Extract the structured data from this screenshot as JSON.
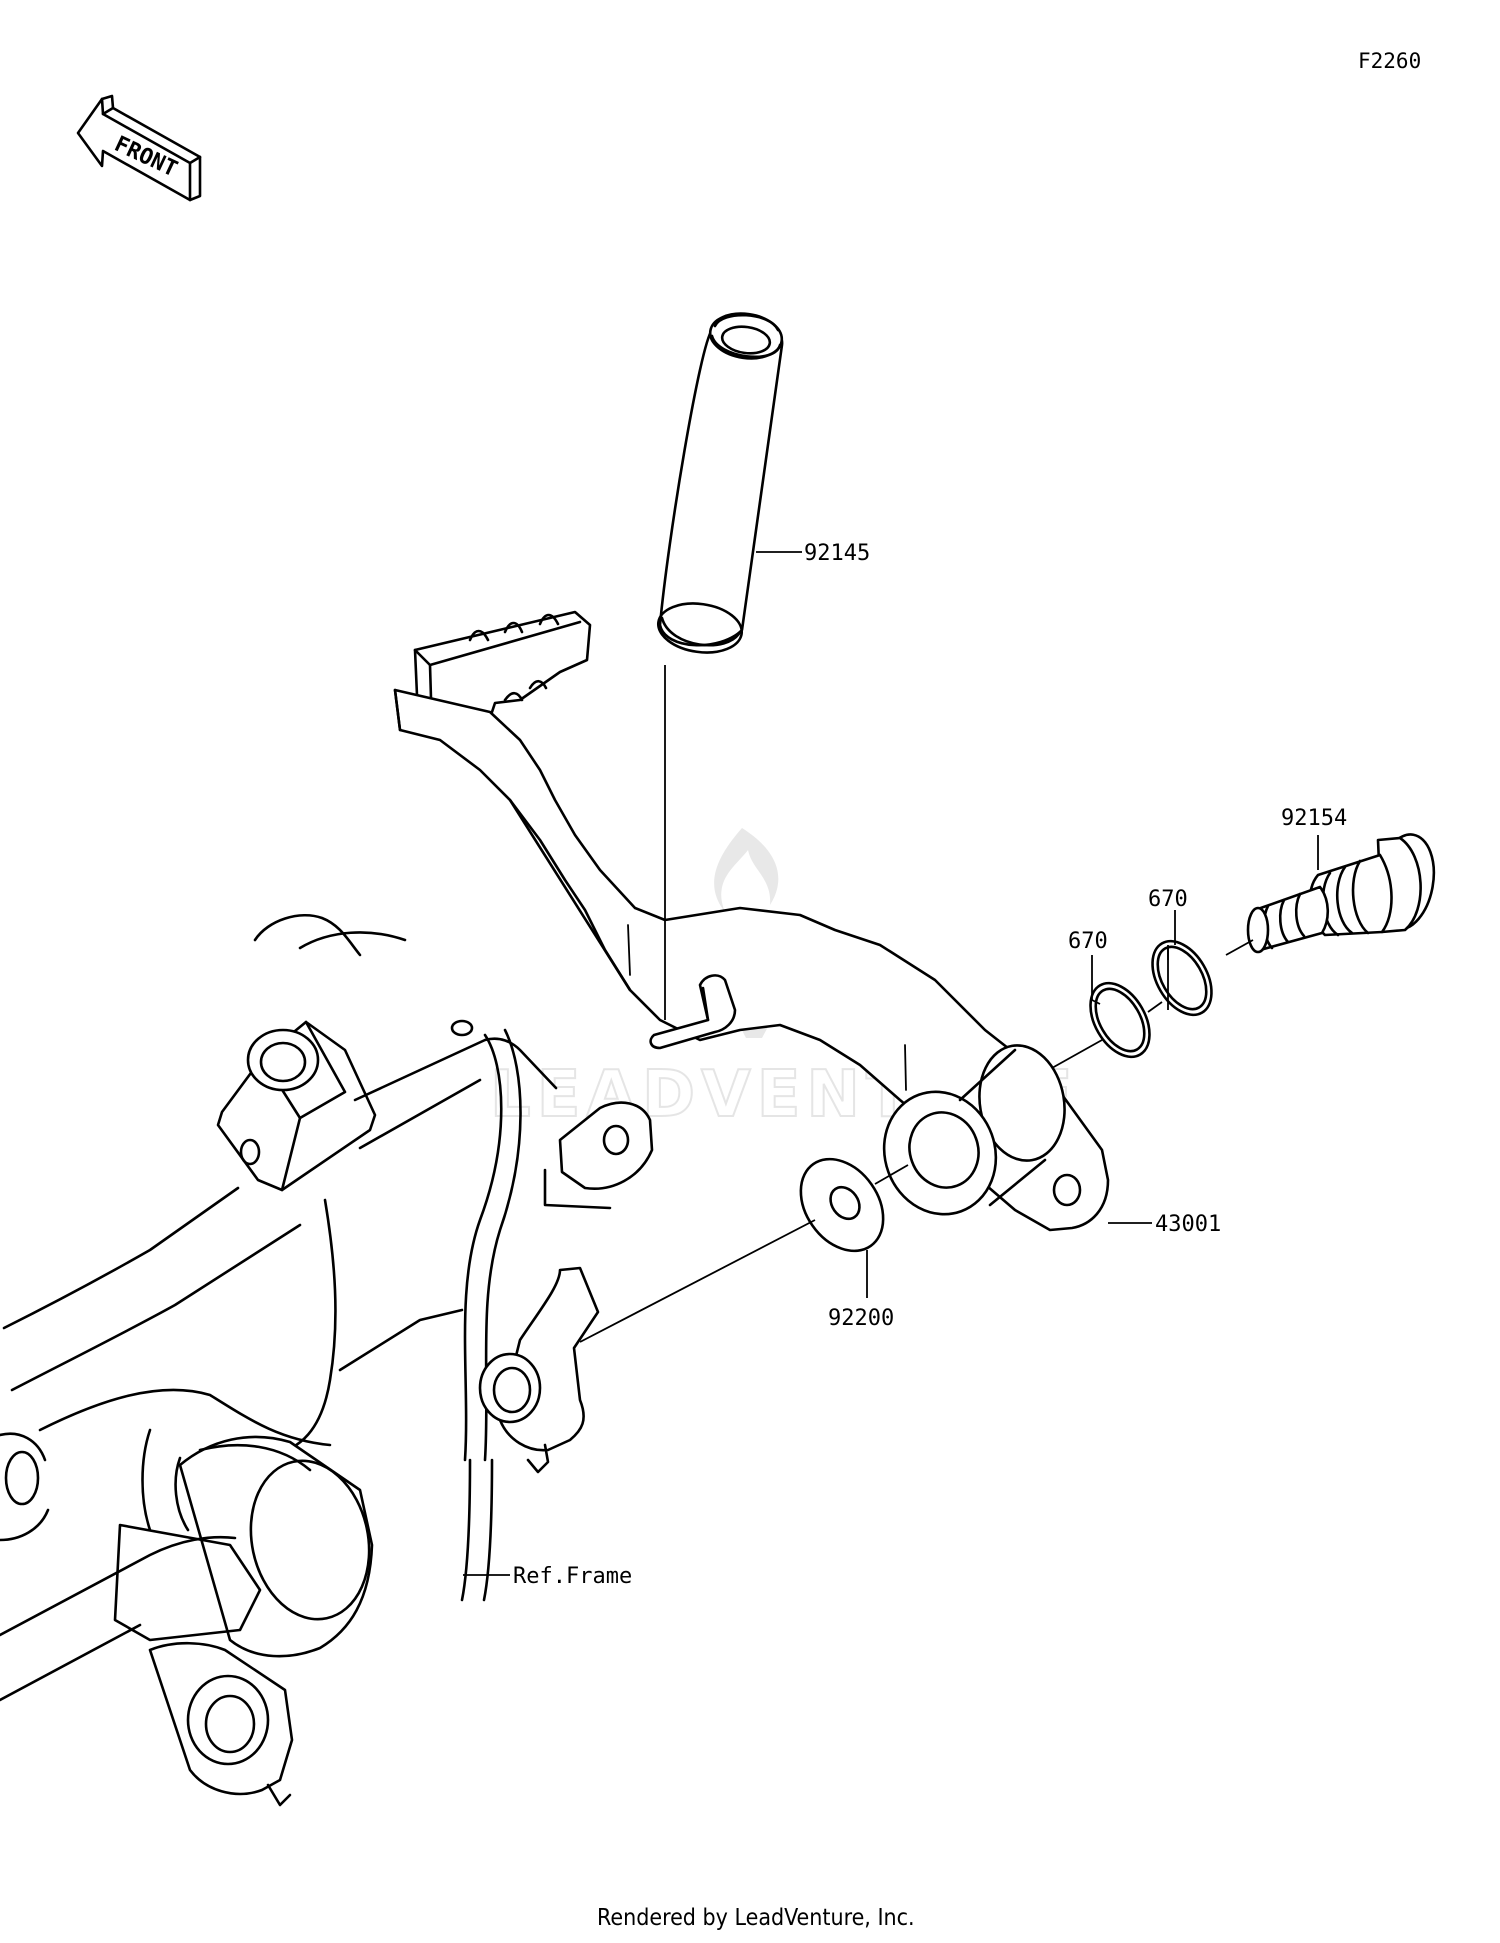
{
  "diagram_id": "F2260",
  "front_label": "FRONT",
  "watermark": {
    "text": "LEADVENTURE"
  },
  "parts": [
    {
      "number": "92145",
      "name": "spring"
    },
    {
      "number": "92154",
      "name": "bolt"
    },
    {
      "number": "670",
      "name": "o-ring-outer"
    },
    {
      "number": "670",
      "name": "o-ring-inner"
    },
    {
      "number": "43001",
      "name": "brake-pedal"
    },
    {
      "number": "92200",
      "name": "washer"
    },
    {
      "number": "Ref.Frame",
      "name": "frame-reference"
    }
  ],
  "footer": "Rendered by LeadVenture, Inc."
}
